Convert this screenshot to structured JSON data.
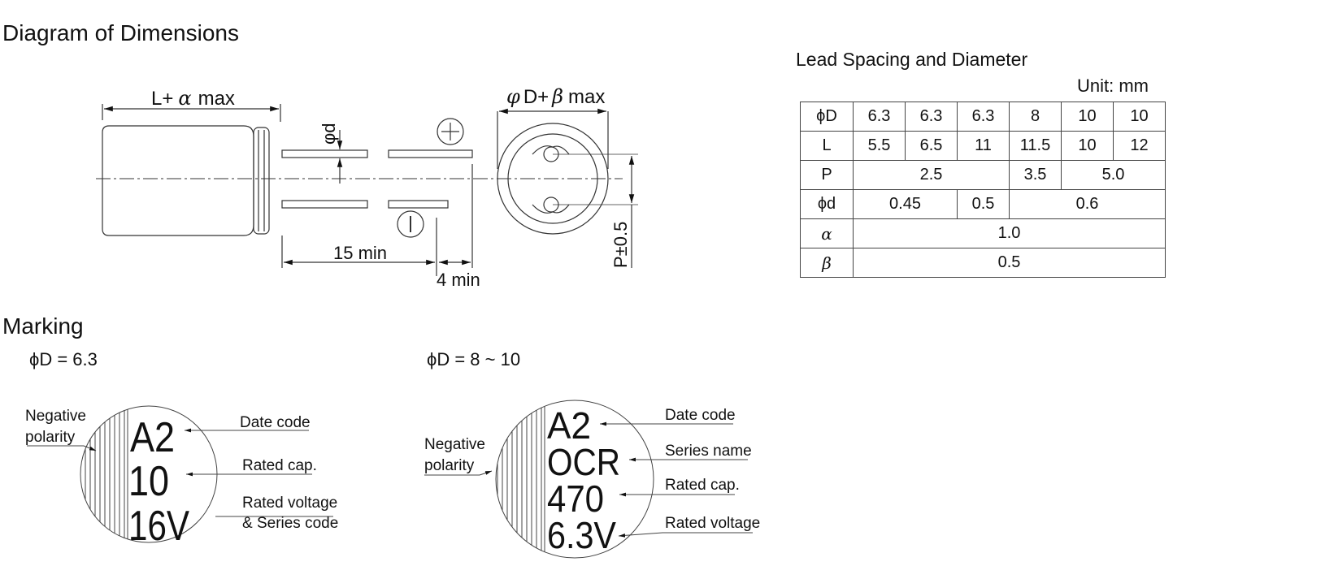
{
  "dimensions": {
    "title": "Diagram of Dimensions",
    "label_length": "L+",
    "label_alpha": "α",
    "label_max": "max",
    "label_phi_d": "φd",
    "label_phi": "φ",
    "label_D_beta": "D+",
    "label_beta": "β",
    "label_beta_max": "max",
    "label_15min": "15 min",
    "label_4min": "4 min",
    "label_pitch": "P±0.5",
    "plus_sign": "+",
    "minus_sign": "−"
  },
  "lead_table": {
    "title": "Lead Spacing and Diameter",
    "unit": "Unit: mm",
    "rows": [
      {
        "header": "ϕD",
        "cells": [
          {
            "v": "6.3",
            "span": 1
          },
          {
            "v": "6.3",
            "span": 1
          },
          {
            "v": "6.3",
            "span": 1
          },
          {
            "v": "8",
            "span": 1
          },
          {
            "v": "10",
            "span": 1
          },
          {
            "v": "10",
            "span": 1
          }
        ]
      },
      {
        "header": "L",
        "cells": [
          {
            "v": "5.5",
            "span": 1
          },
          {
            "v": "6.5",
            "span": 1
          },
          {
            "v": "11",
            "span": 1
          },
          {
            "v": "11.5",
            "span": 1
          },
          {
            "v": "10",
            "span": 1
          },
          {
            "v": "12",
            "span": 1
          }
        ]
      },
      {
        "header": "P",
        "cells": [
          {
            "v": "2.5",
            "span": 3
          },
          {
            "v": "3.5",
            "span": 1
          },
          {
            "v": "5.0",
            "span": 2
          }
        ]
      },
      {
        "header": "ϕd",
        "cells": [
          {
            "v": "0.45",
            "span": 2
          },
          {
            "v": "0.5",
            "span": 1
          },
          {
            "v": "0.6",
            "span": 3
          }
        ]
      },
      {
        "header": "α",
        "cells": [
          {
            "v": "1.0",
            "span": 6
          }
        ]
      },
      {
        "header": "β",
        "cells": [
          {
            "v": "0.5",
            "span": 6
          }
        ]
      }
    ]
  },
  "marking": {
    "title": "Marking",
    "small": {
      "caption": "ϕD = 6.3",
      "marks": [
        "A2",
        "10",
        "16V"
      ],
      "negative_label_1": "Negative",
      "negative_label_2": "polarity",
      "date_code": "Date code",
      "rated_cap": "Rated cap.",
      "rated_voltage": "Rated voltage",
      "series_code": "& Series code"
    },
    "large": {
      "caption": "ϕD = 8 ~ 10",
      "marks": [
        "A2",
        "OCR",
        "470",
        "6.3V"
      ],
      "negative_label_1": "Negative",
      "negative_label_2": "polarity",
      "date_code": "Date code",
      "series_name": "Series name",
      "rated_cap": "Rated cap.",
      "rated_voltage": "Rated voltage"
    }
  }
}
